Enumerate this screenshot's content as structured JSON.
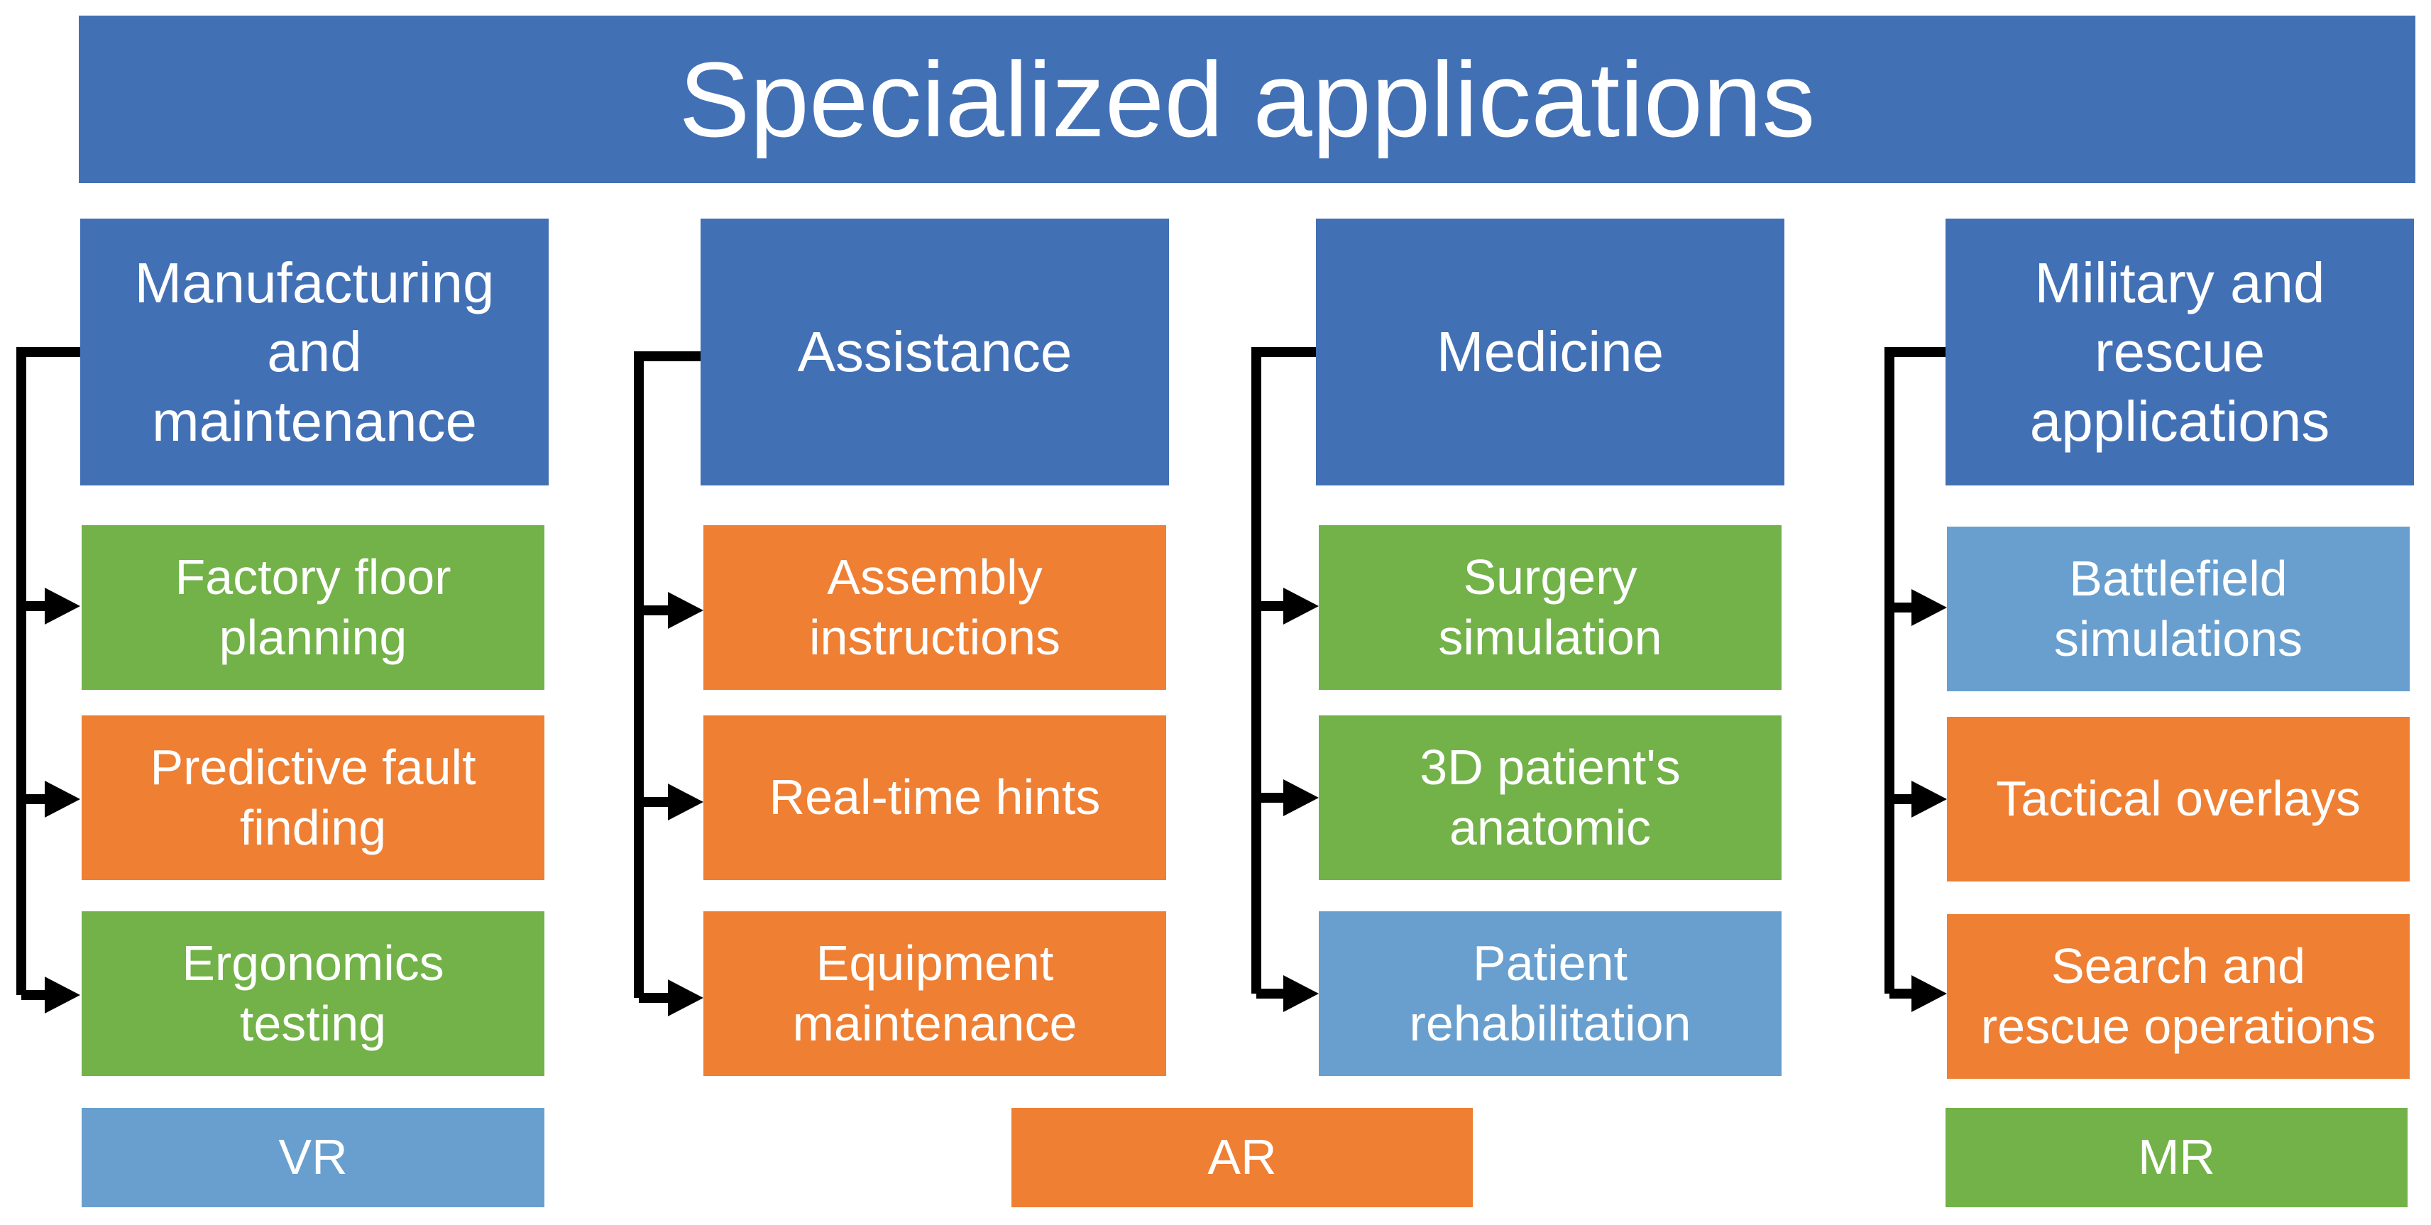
{
  "title": "Specialized applications",
  "colors": {
    "header": "#4270B5",
    "vr": "#689FCE",
    "ar": "#EE7F33",
    "mr": "#72B248",
    "connector": "#000000"
  },
  "categories": [
    {
      "label": "Manufacturing\nand\nmaintenance",
      "items": [
        {
          "label": "Factory floor\nplanning",
          "tech": "mr"
        },
        {
          "label": "Predictive fault\nfinding",
          "tech": "ar"
        },
        {
          "label": "Ergonomics\ntesting",
          "tech": "mr"
        }
      ]
    },
    {
      "label": "Assistance",
      "items": [
        {
          "label": "Assembly\ninstructions",
          "tech": "ar"
        },
        {
          "label": "Real-time hints",
          "tech": "ar"
        },
        {
          "label": "Equipment\nmaintenance",
          "tech": "ar"
        }
      ]
    },
    {
      "label": "Medicine",
      "items": [
        {
          "label": "Surgery\nsimulation",
          "tech": "mr"
        },
        {
          "label": "3D patient's\nanatomic",
          "tech": "mr"
        },
        {
          "label": "Patient\nrehabilitation",
          "tech": "vr"
        }
      ]
    },
    {
      "label": "Military and\nrescue\napplications",
      "items": [
        {
          "label": "Battlefield\nsimulations",
          "tech": "vr"
        },
        {
          "label": "Tactical overlays",
          "tech": "ar"
        },
        {
          "label": "Search and\nrescue operations",
          "tech": "ar"
        }
      ]
    }
  ],
  "legend": [
    {
      "label": "VR",
      "tech": "vr"
    },
    {
      "label": "AR",
      "tech": "ar"
    },
    {
      "label": "MR",
      "tech": "mr"
    }
  ]
}
